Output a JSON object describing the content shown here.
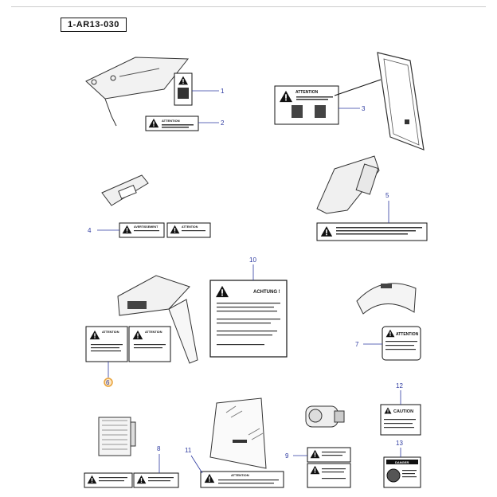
{
  "ref_code": "1-AR13-030",
  "callouts": {
    "c1": "1",
    "c2": "2",
    "c3": "3",
    "c4": "4",
    "c5": "5",
    "c6": "6",
    "c7": "7",
    "c8": "8",
    "c9": "9",
    "c10": "10",
    "c11": "11",
    "c12": "12",
    "c13": "13"
  },
  "labels": {
    "attention": "ATTENTION",
    "avertissement": "AVERTISSEMENT",
    "achtung": "ACHTUNG !",
    "caution": "CAUTION",
    "danger": "DANGER"
  },
  "colors": {
    "callout": "#2d3aa0",
    "ink": "#111111",
    "highlight": "#e8a23a"
  },
  "icons": [
    "warning-triangle-icon"
  ]
}
